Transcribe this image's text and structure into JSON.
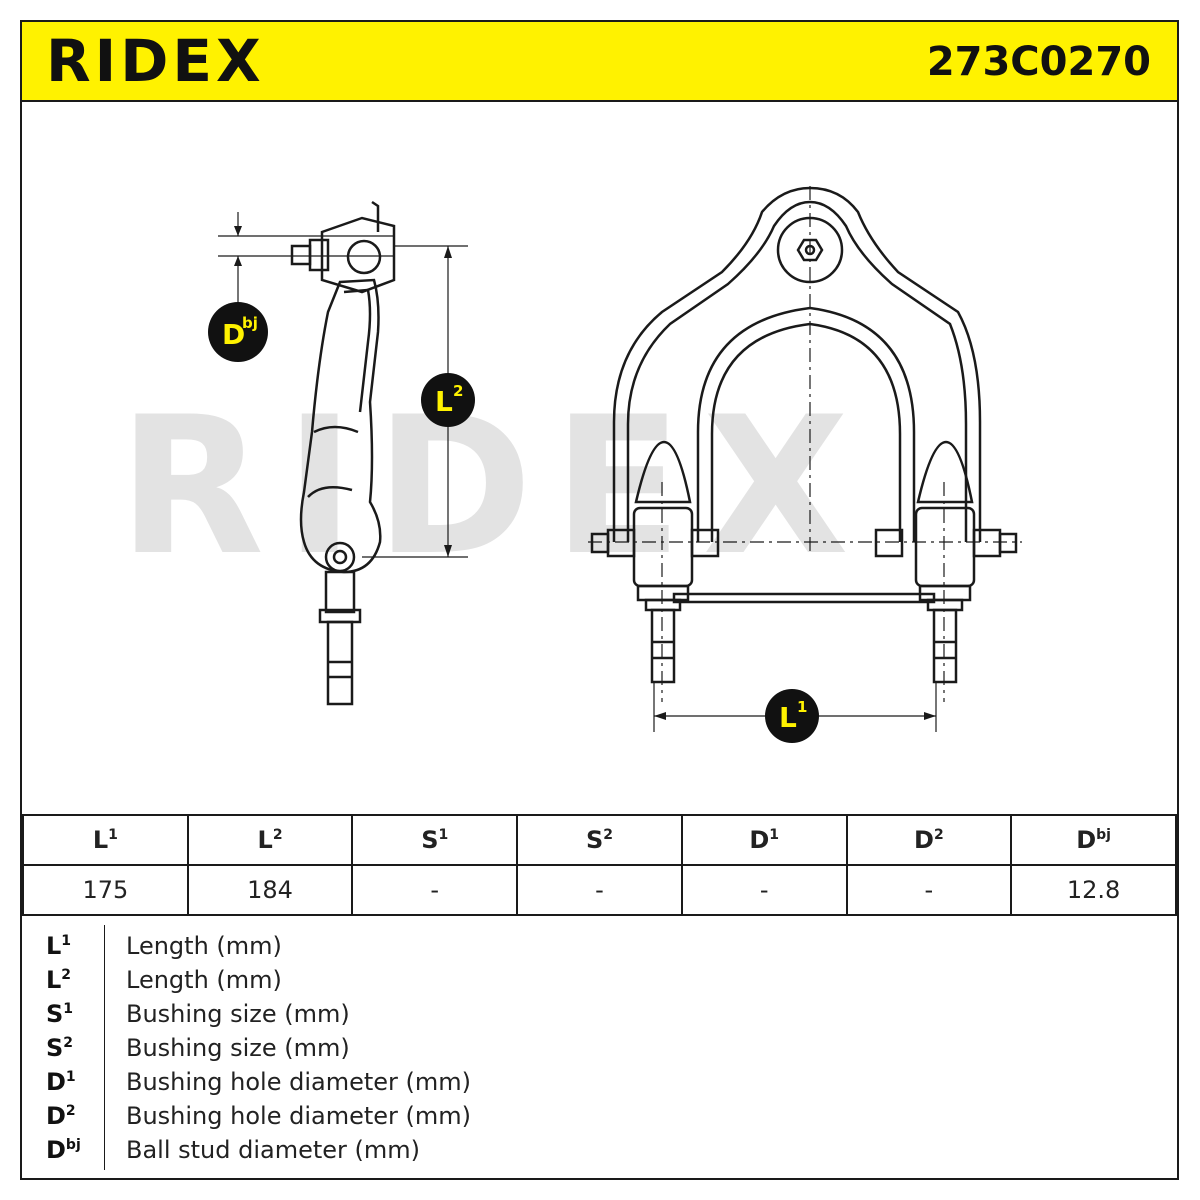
{
  "brand": "RIDEX",
  "part_number": "273C0270",
  "labels": {
    "dbj_main": "D",
    "dbj_sup": "bj",
    "l2_main": "L",
    "l2_sup": "2",
    "l1_main": "L",
    "l1_sup": "1"
  },
  "table": {
    "headers": [
      {
        "main": "L",
        "sup": "1"
      },
      {
        "main": "L",
        "sup": "2"
      },
      {
        "main": "S",
        "sup": "1"
      },
      {
        "main": "S",
        "sup": "2"
      },
      {
        "main": "D",
        "sup": "1"
      },
      {
        "main": "D",
        "sup": "2"
      },
      {
        "main": "D",
        "sup": "bj"
      }
    ],
    "values": [
      "175",
      "184",
      "-",
      "-",
      "-",
      "-",
      "12.8"
    ]
  },
  "legend": [
    {
      "main": "L",
      "sup": "1",
      "desc": "Length (mm)"
    },
    {
      "main": "L",
      "sup": "2",
      "desc": "Length (mm)"
    },
    {
      "main": "S",
      "sup": "1",
      "desc": "Bushing size (mm)"
    },
    {
      "main": "S",
      "sup": "2",
      "desc": "Bushing size (mm)"
    },
    {
      "main": "D",
      "sup": "1",
      "desc": "Bushing hole diameter (mm)"
    },
    {
      "main": "D",
      "sup": "2",
      "desc": "Bushing hole diameter (mm)"
    },
    {
      "main": "D",
      "sup": "bj",
      "desc": "Ball stud diameter (mm)"
    }
  ],
  "colors": {
    "header_yellow": "#fff200",
    "badge_black": "#111111",
    "watermark_gray": "#e3e3e3"
  }
}
